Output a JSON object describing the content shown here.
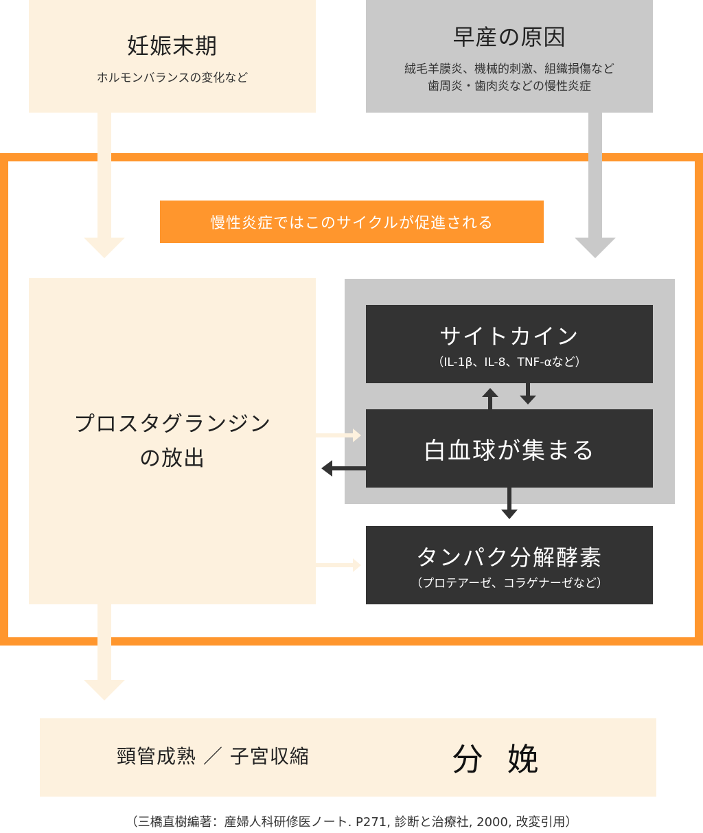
{
  "top_left": {
    "title": "妊娠末期",
    "subtitle": "ホルモンバランスの変化など"
  },
  "top_right": {
    "title": "早産の原因",
    "subtitle_line1": "絨毛羊膜炎、機械的刺激、組織損傷など",
    "subtitle_line2": "歯周炎・歯肉炎などの慢性炎症"
  },
  "cycle_label": "慢性炎症ではこのサイクルが促進される",
  "prostaglandin": {
    "line1": "プロスタグランジン",
    "line2": "の放出"
  },
  "cytokine": {
    "title": "サイトカイン",
    "subtitle": "（IL-1β、IL-8、TNF-αなど）"
  },
  "wbc": {
    "title": "白血球が集まる"
  },
  "protease": {
    "title": "タンパク分解酵素",
    "subtitle": "（プロテアーゼ、コラゲナーゼなど）"
  },
  "bottom": {
    "left_text": "頸管成熟 ／ 子宮収縮",
    "right_text": "分 娩"
  },
  "citation": "（三橋直樹編著：産婦人科研修医ノート. P271, 診断と治療社, 2000, 改変引用）",
  "colors": {
    "cream": "#fdf1de",
    "gray": "#c9c9c9",
    "dark": "#333333",
    "orange": "#ff962d"
  }
}
